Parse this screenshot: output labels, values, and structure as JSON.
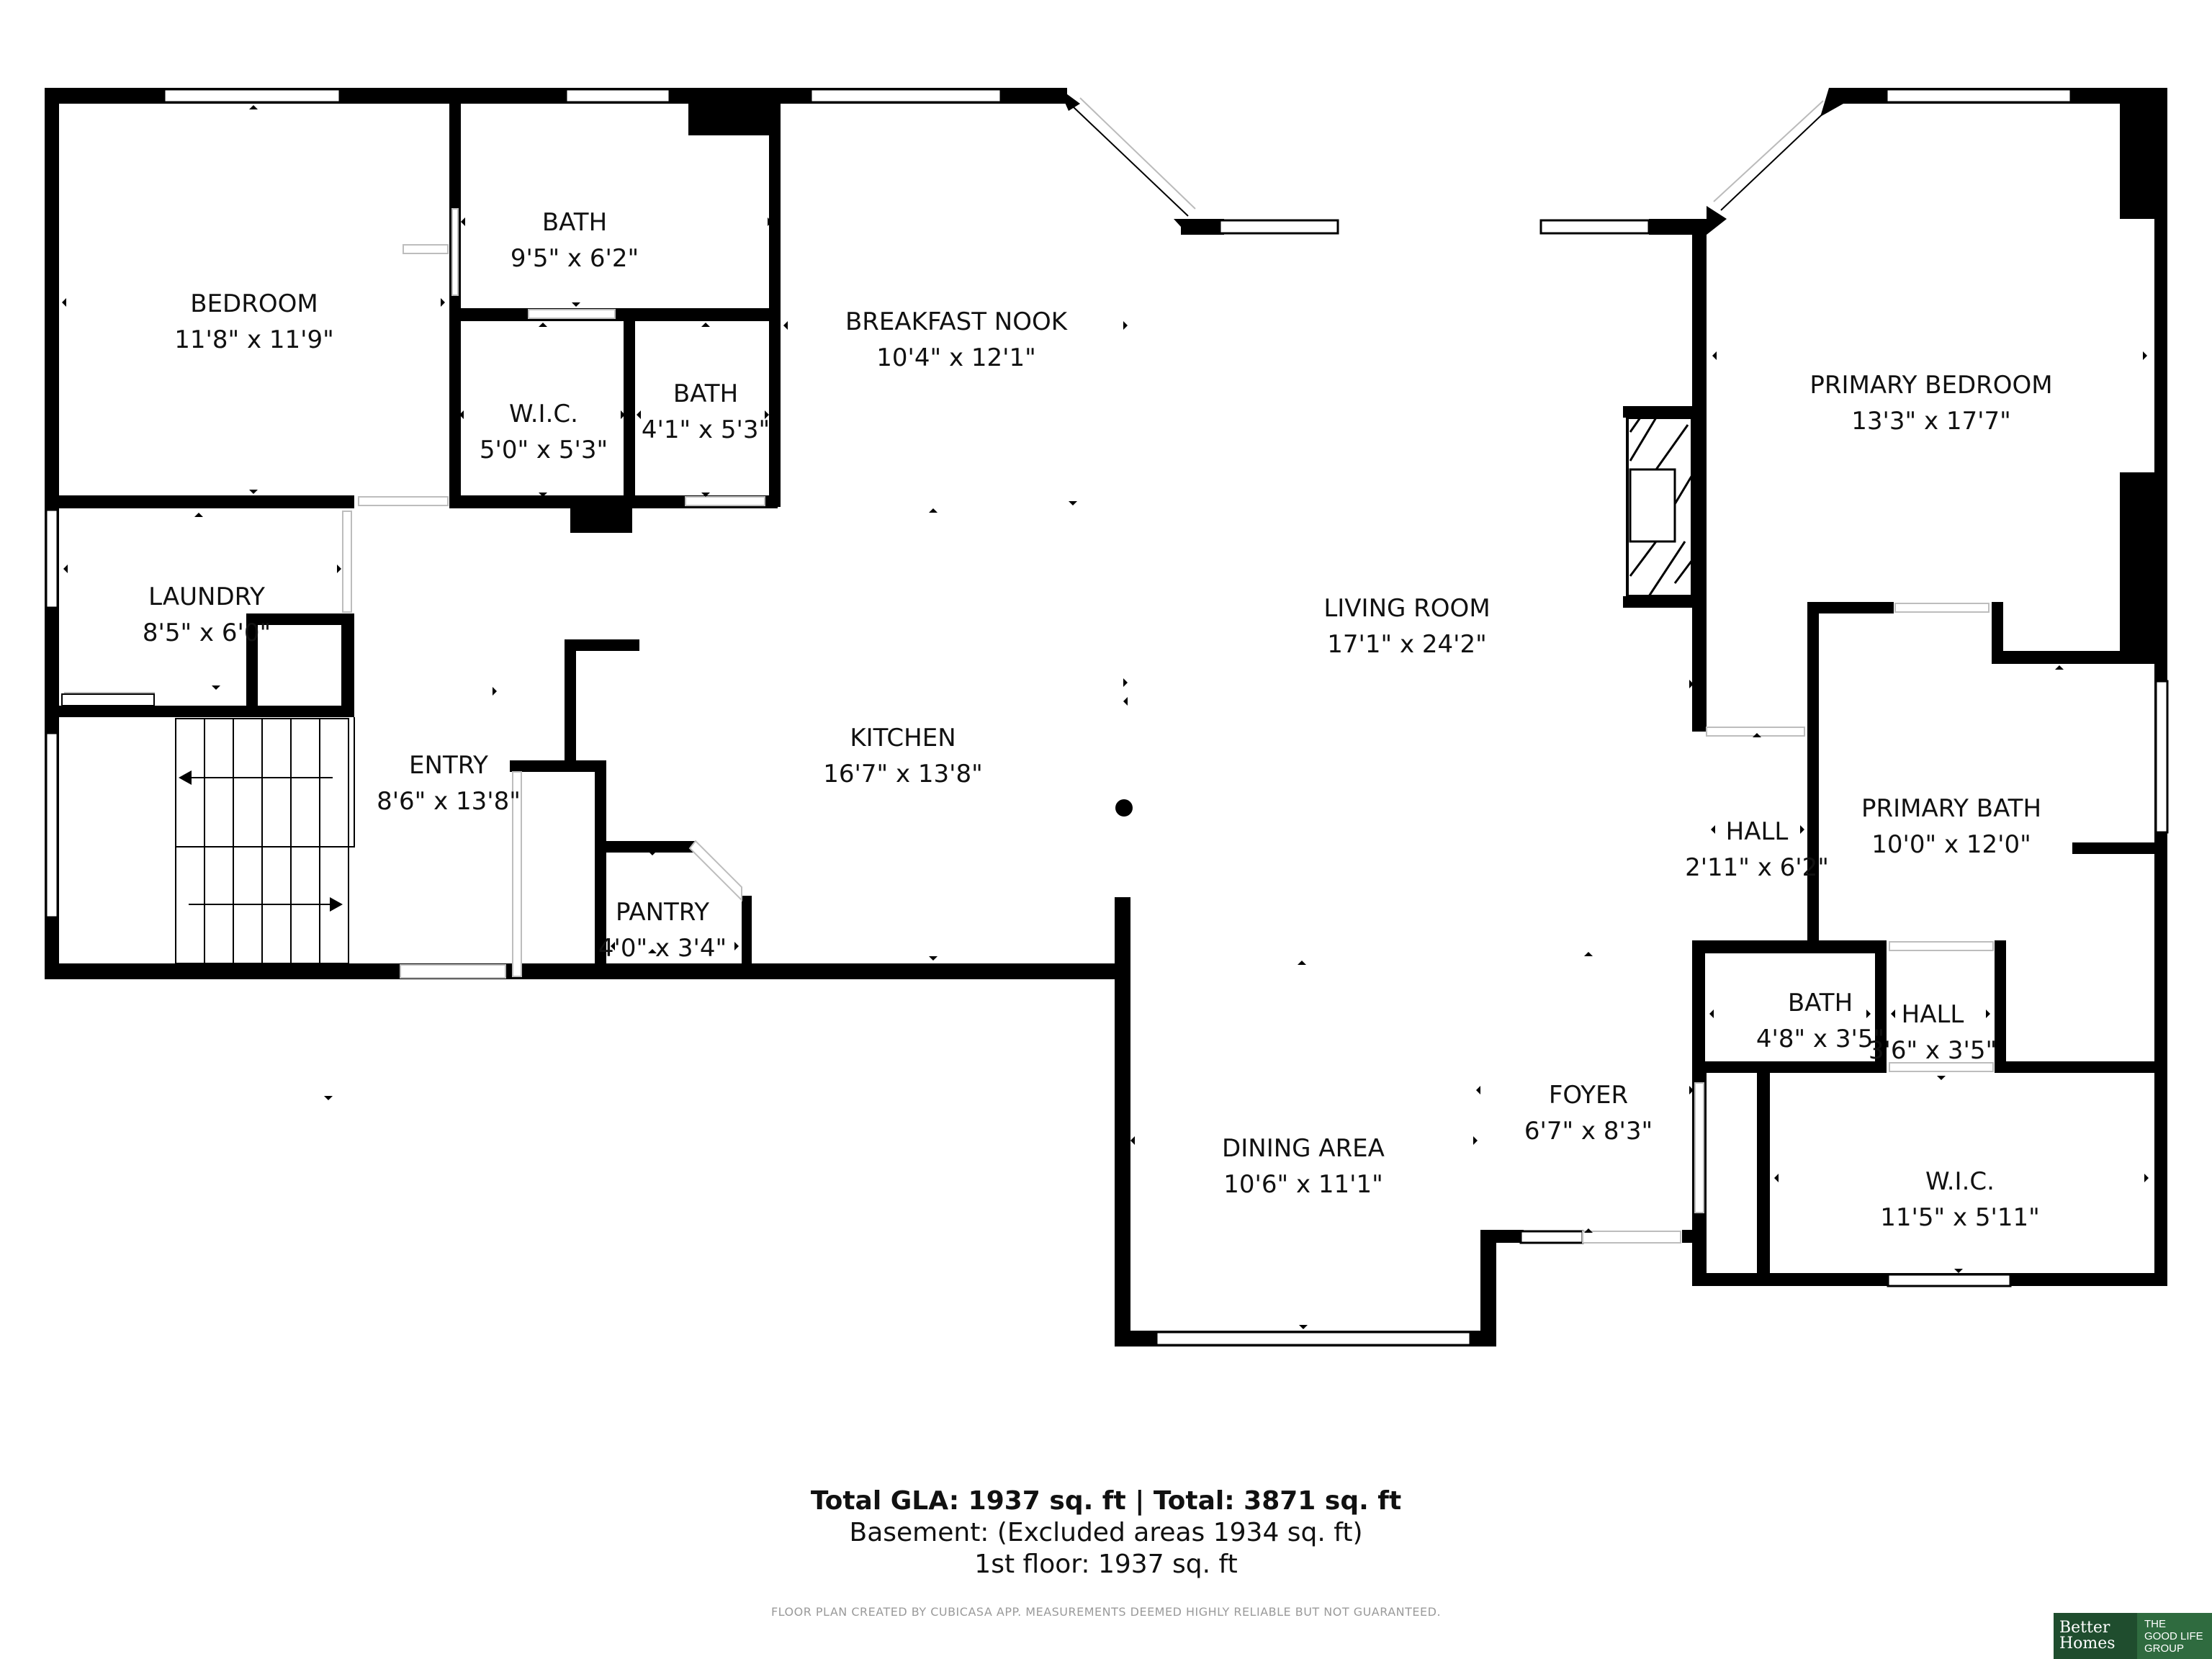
{
  "rooms": [
    {
      "name": "BEDROOM",
      "dims": "11'8\" x 11'9\""
    },
    {
      "name": "BATH",
      "dims": "9'5\" x 6'2\""
    },
    {
      "name": "W.I.C.",
      "dims": "5'0\" x 5'3\""
    },
    {
      "name": "BATH",
      "dims": "4'1\" x 5'3\""
    },
    {
      "name": "BREAKFAST NOOK",
      "dims": "10'4\" x 12'1\""
    },
    {
      "name": "LAUNDRY",
      "dims": "8'5\" x 6'0\""
    },
    {
      "name": "ENTRY",
      "dims": "8'6\" x 13'8\""
    },
    {
      "name": "KITCHEN",
      "dims": "16'7\" x 13'8\""
    },
    {
      "name": "PANTRY",
      "dims": "4'0\" x 3'4\""
    },
    {
      "name": "LIVING ROOM",
      "dims": "17'1\" x 24'2\""
    },
    {
      "name": "PRIMARY BEDROOM",
      "dims": "13'3\" x 17'7\""
    },
    {
      "name": "HALL",
      "dims": "2'11\" x 6'2\""
    },
    {
      "name": "PRIMARY BATH",
      "dims": "10'0\" x 12'0\""
    },
    {
      "name": "BATH",
      "dims": "4'8\" x 3'5\""
    },
    {
      "name": "HALL",
      "dims": "3'6\" x 3'5\""
    },
    {
      "name": "FOYER",
      "dims": "6'7\" x 8'3\""
    },
    {
      "name": "DINING AREA",
      "dims": "10'6\" x 11'1\""
    },
    {
      "name": "W.I.C.",
      "dims": "11'5\" x 5'11\""
    }
  ],
  "summary": {
    "total": "Total GLA: 1937 sq. ft | Total: 3871 sq. ft",
    "basement": "Basement: (Excluded areas 1934 sq. ft)",
    "floor": "1st floor: 1937 sq. ft"
  },
  "disclaimer": "FLOOR PLAN CREATED BY CUBICASA APP. MEASUREMENTS DEEMED HIGHLY RELIABLE BUT NOT GUARANTEED.",
  "brand": {
    "left_line1": "Better",
    "left_line2": "Homes",
    "right_line1": "THE",
    "right_line2": "GOOD LIFE",
    "right_line3": "GROUP"
  }
}
